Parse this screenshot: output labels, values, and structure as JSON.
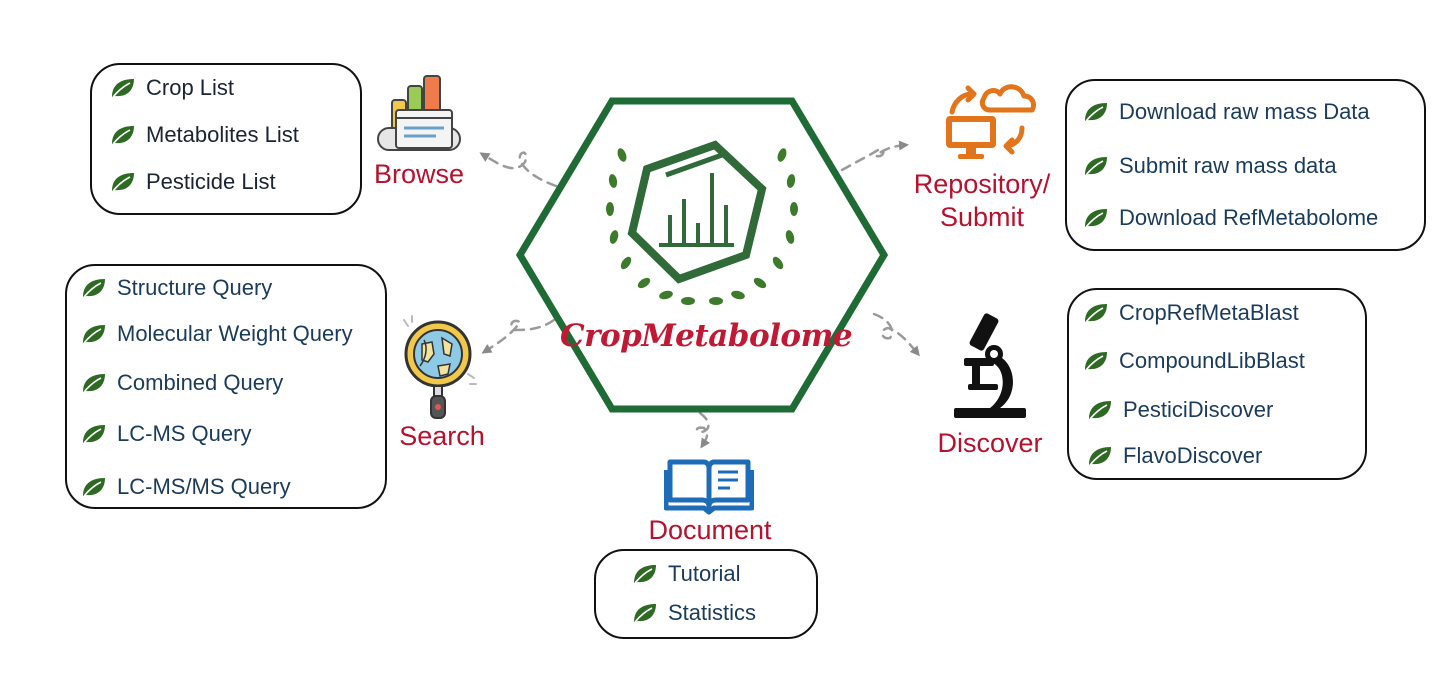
{
  "hub": {
    "brand": "CropMetabolome"
  },
  "modules": {
    "browse": {
      "title": "Browse",
      "items": [
        "Crop List",
        "Metabolites List",
        "Pesticide List"
      ]
    },
    "repository": {
      "title_line1": "Repository/",
      "title_line2": "Submit",
      "items": [
        "Download raw mass Data",
        "Submit raw mass data",
        "Download RefMetabolome"
      ]
    },
    "search": {
      "title": "Search",
      "items": [
        "Structure Query",
        "Molecular Weight Query",
        "Combined Query",
        "LC-MS Query",
        "LC-MS/MS Query"
      ]
    },
    "discover": {
      "title": "Discover",
      "items": [
        "CropRefMetaBlast",
        "CompoundLibBlast",
        "PesticiDiscover",
        "FlavoDiscover"
      ]
    },
    "document": {
      "title": "Document",
      "items": [
        "Tutorial",
        "Statistics"
      ]
    }
  },
  "icons": {
    "browse": "browser-files-icon",
    "repository": "cloud-sync-computer-icon",
    "search": "globe-magnifier-icon",
    "discover": "microscope-icon",
    "document": "open-book-icon",
    "bullet": "leaf-icon",
    "hub": "chart-laurel-hexagon-icon"
  },
  "colors": {
    "hub_green": "#1e6b35",
    "leaf_green": "#2f6a25",
    "label_red": "#b5122e",
    "item_text": "#1b3b5a",
    "repository_orange": "#e2741b",
    "document_blue": "#1e6bb8"
  }
}
